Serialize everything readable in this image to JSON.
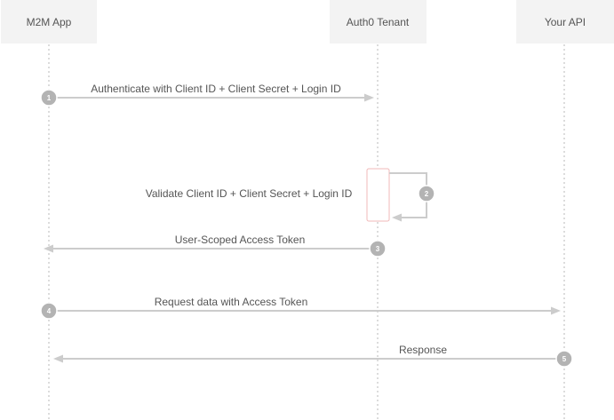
{
  "participants": [
    {
      "id": "m2m",
      "label": "M2M App"
    },
    {
      "id": "auth0",
      "label": "Auth0 Tenant"
    },
    {
      "id": "api",
      "label": "Your API"
    }
  ],
  "messages": [
    {
      "step": "1",
      "from": "m2m",
      "to": "auth0",
      "label": "Authenticate with Client ID + Client Secret + Login ID"
    },
    {
      "step": "2",
      "from": "auth0",
      "to": "auth0",
      "label": "Validate Client ID + Client Secret + Login ID"
    },
    {
      "step": "3",
      "from": "auth0",
      "to": "m2m",
      "label": "User-Scoped Access Token"
    },
    {
      "step": "4",
      "from": "m2m",
      "to": "api",
      "label": "Request data with Access Token"
    },
    {
      "step": "5",
      "from": "api",
      "to": "m2m",
      "label": "Response"
    }
  ],
  "colors": {
    "line": "#cccccc",
    "step_badge": "#b3b3b3",
    "participant_fill": "#f3f3f3",
    "activation_border": "#f0b8b8",
    "text": "#555555"
  }
}
